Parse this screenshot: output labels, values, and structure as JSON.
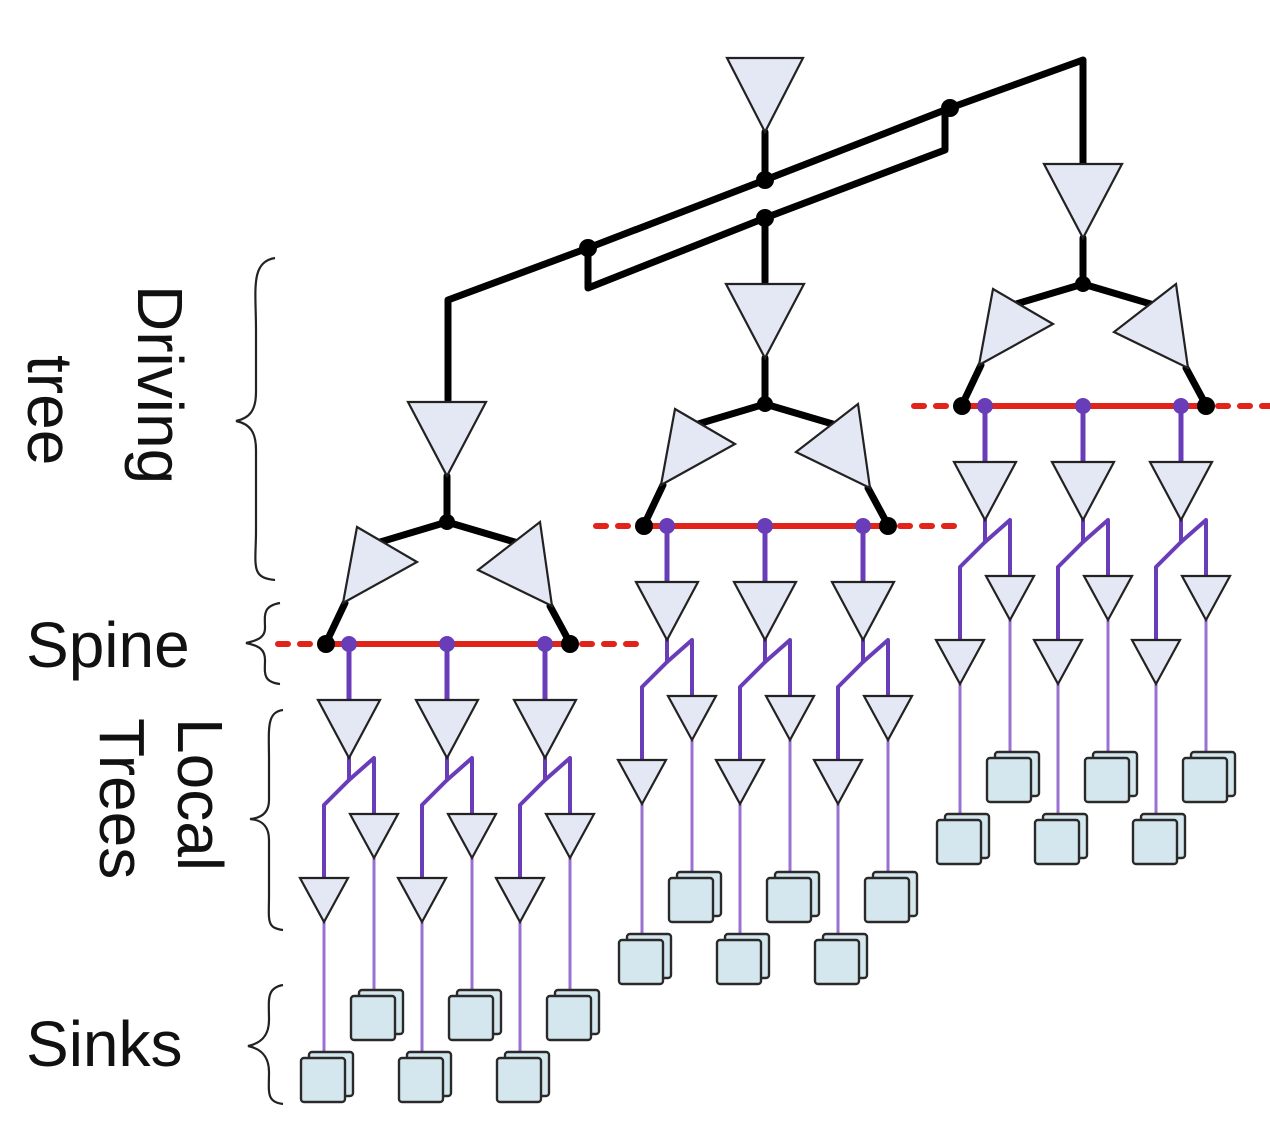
{
  "diagram": {
    "title": "Clock distribution network: driving tree, spines, local trees and sinks",
    "labels": {
      "driving_tree_line1": "Driving",
      "driving_tree_line2": "tree",
      "spine": "Spine",
      "local_trees_line1": "Local",
      "local_trees_line2": "Trees",
      "sinks": "Sinks"
    },
    "colors": {
      "wire": "#000000",
      "spine": "#e2231a",
      "local_wire": "#6a3db8",
      "local_wire_light": "#9a70d0",
      "buffer_fill": "#e4e8f4",
      "sink_fill": "#d4e6ee",
      "sink_stroke": "#2a2a2a"
    },
    "structure": {
      "clusters": 3,
      "spine_taps_per_cluster": 3,
      "sinks_per_tap": 2,
      "levels": [
        "Driving tree",
        "Spine",
        "Local Trees",
        "Sinks"
      ]
    }
  }
}
